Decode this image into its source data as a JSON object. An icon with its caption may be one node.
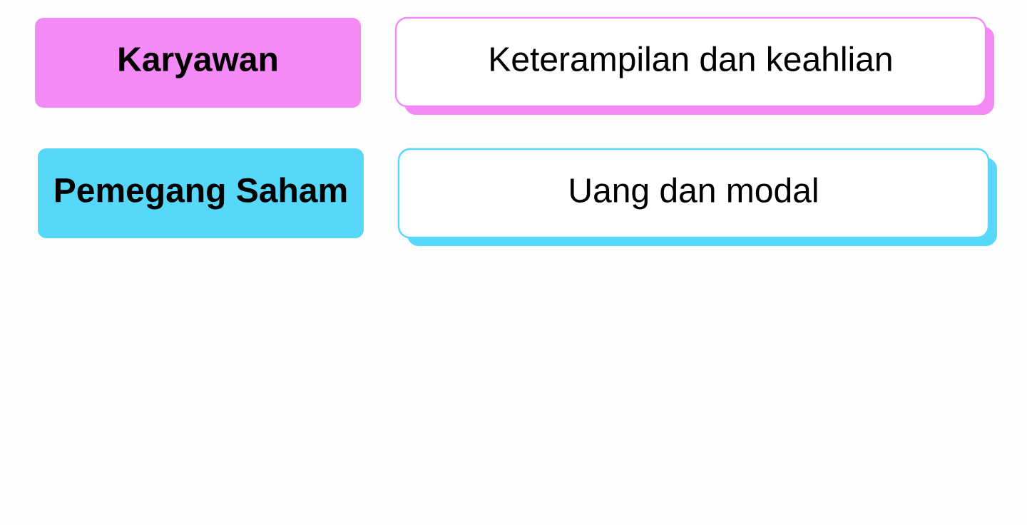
{
  "diagram": {
    "nodes": [
      {
        "text": [
          "Karyawan"
        ]
      },
      {
        "text": [
          "Keterampilan dan keahlian"
        ]
      },
      {
        "text": [
          "Pemegang Saham"
        ]
      },
      {
        "text": [
          "Uang dan modal"
        ]
      }
    ]
  }
}
